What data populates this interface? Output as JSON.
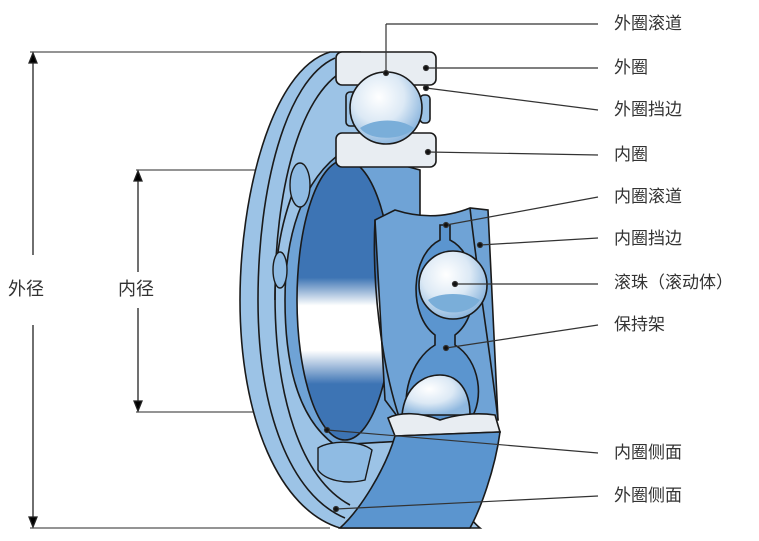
{
  "title": "深沟球轴承结构示意图",
  "dimensions": {
    "outer_diameter": "外径",
    "inner_diameter": "内径"
  },
  "callouts": [
    {
      "label": "外圈滚道"
    },
    {
      "label": "外圈"
    },
    {
      "label": "外圈挡边"
    },
    {
      "label": "内圈"
    },
    {
      "label": "内圈滚道"
    },
    {
      "label": "内圈挡边"
    },
    {
      "label": "滚珠（滚动体）"
    },
    {
      "label": "保持架"
    },
    {
      "label": "内圈侧面"
    },
    {
      "label": "外圈侧面"
    }
  ],
  "colors": {
    "ring_light": "#9cc3e6",
    "ring_mid": "#6fa3d6",
    "ring_dark": "#3d74b4",
    "section_face": "#e8edf2",
    "ball_highlight": "#ffffff",
    "ball_shade": "#7aaed9",
    "outline": "#1a1a1a",
    "leader": "#333333"
  }
}
